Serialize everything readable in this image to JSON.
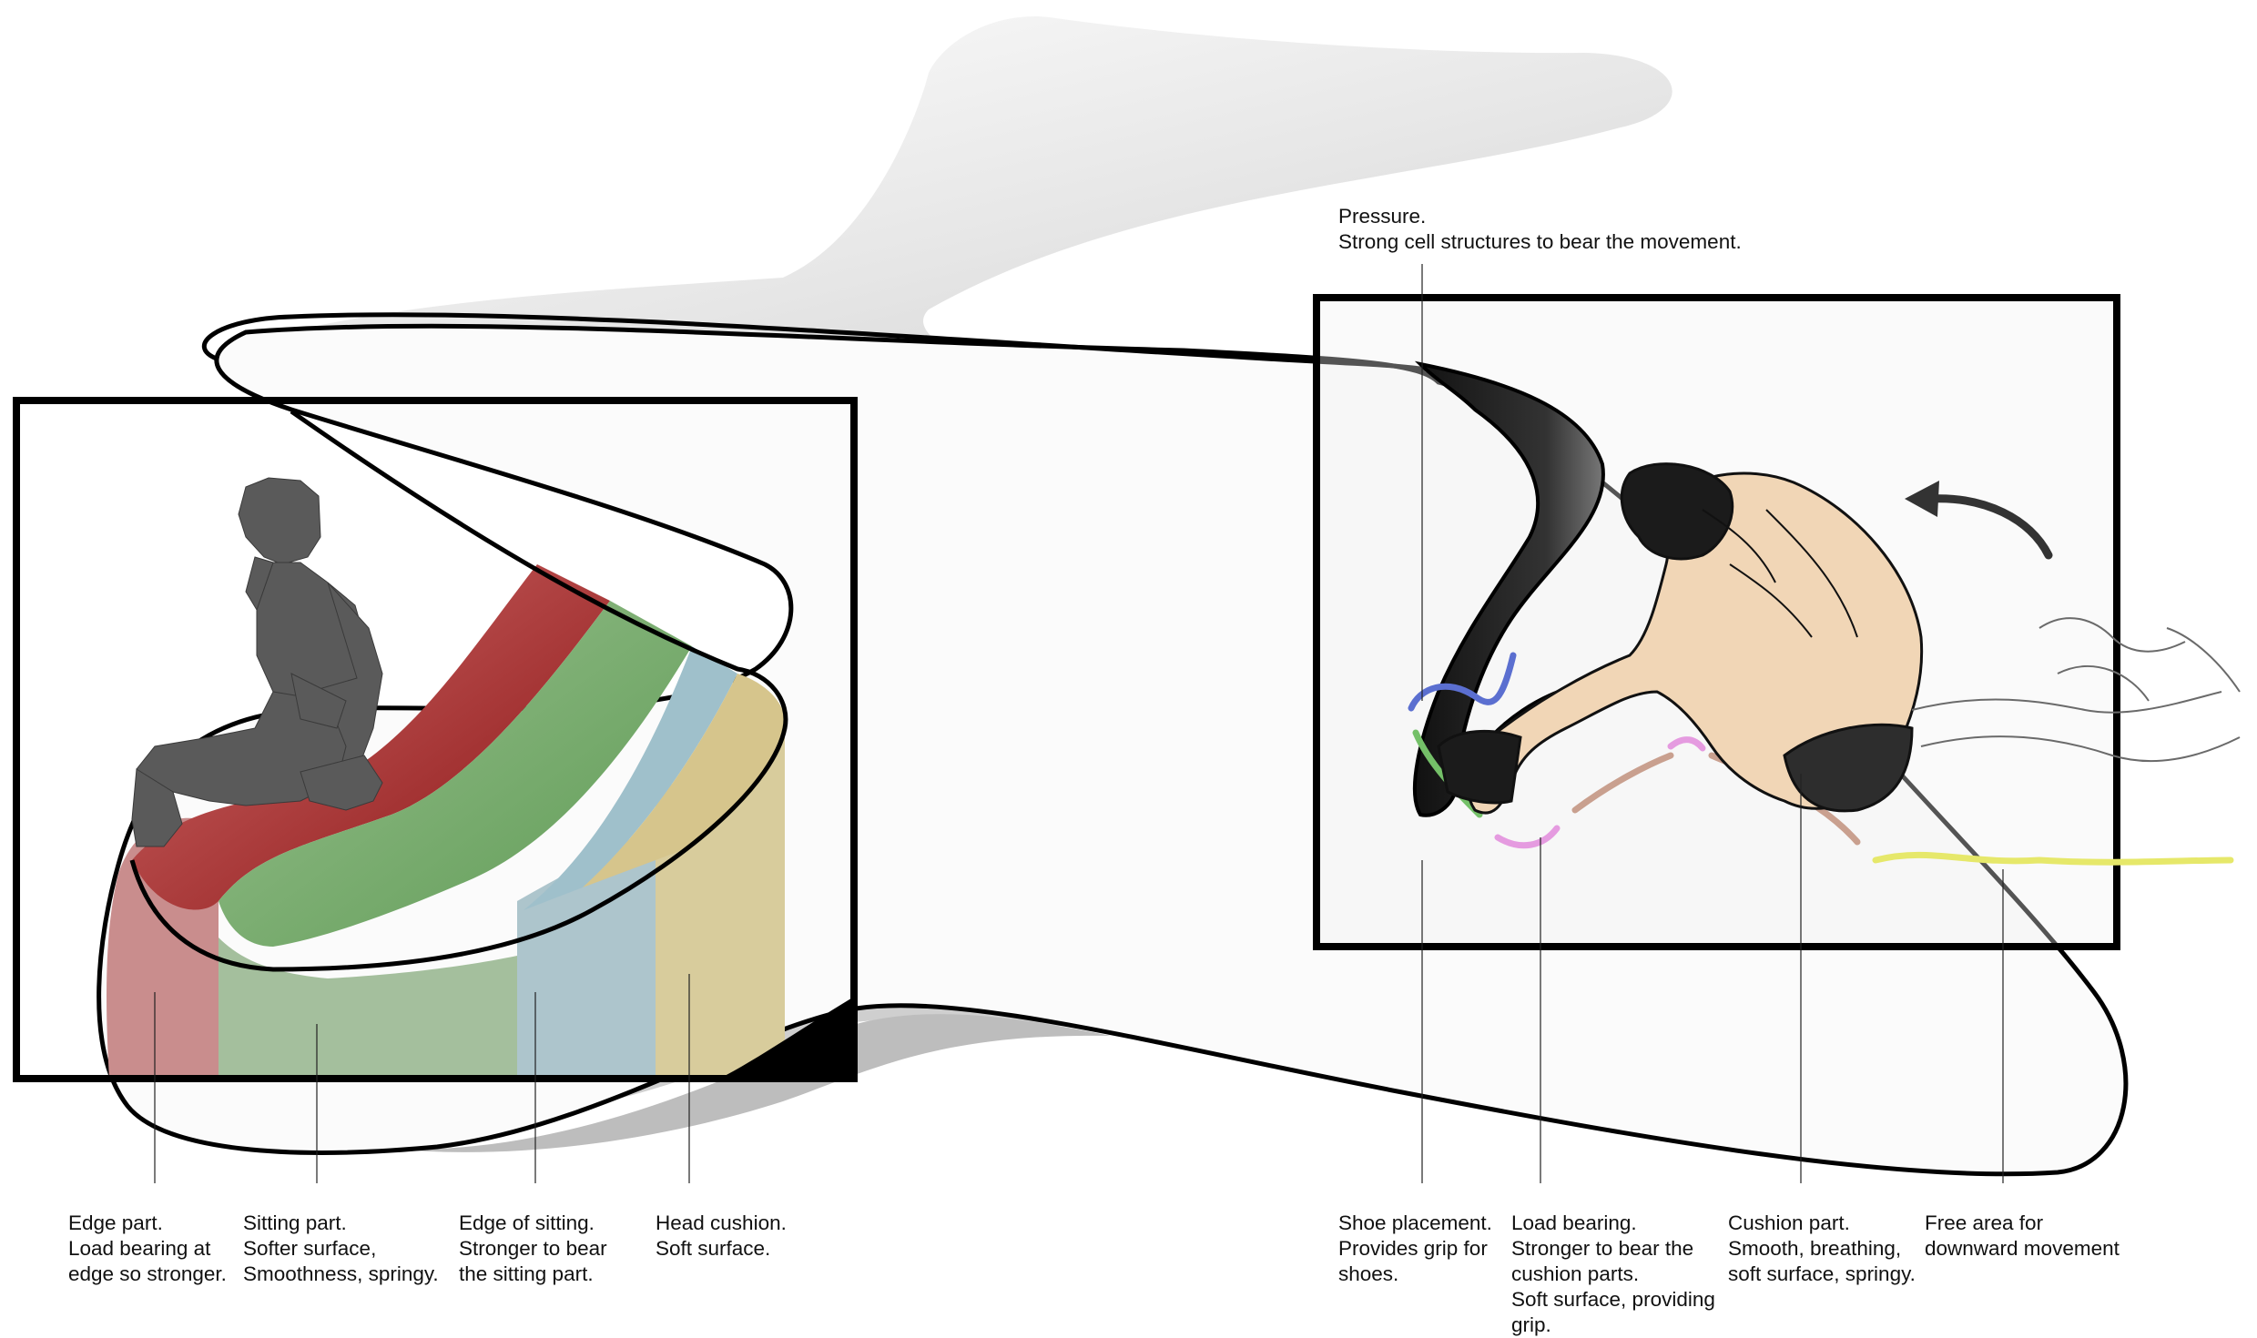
{
  "top_note": {
    "lines": [
      "Pressure.",
      "Strong cell structures to bear the movement."
    ]
  },
  "left_captions": [
    {
      "id": "edge-part",
      "lines": [
        "Edge part.",
        "Load bearing at",
        "edge so stronger."
      ],
      "color": "#c98d8d"
    },
    {
      "id": "sitting-part",
      "lines": [
        "Sitting part.",
        "Softer surface,",
        "Smoothness, springy."
      ],
      "color": "#a4bf9d"
    },
    {
      "id": "edge-of-sitting",
      "lines": [
        "Edge of sitting.",
        "Stronger to bear",
        "the sitting part."
      ],
      "color": "#adc5cc"
    },
    {
      "id": "head-cushion",
      "lines": [
        "Head cushion.",
        "Soft surface."
      ],
      "color": "#d8cc9c"
    }
  ],
  "right_captions": [
    {
      "id": "shoe-placement",
      "lines": [
        "Shoe placement.",
        "Provides grip for",
        "shoes."
      ],
      "color": "#5b6fd0"
    },
    {
      "id": "load-bearing",
      "lines": [
        "Load bearing.",
        "Stronger to bear the",
        "cushion parts.",
        "Soft surface, providing",
        "grip."
      ],
      "color": "#e59be0"
    },
    {
      "id": "cushion-part",
      "lines": [
        "Cushion part.",
        "Smooth, breathing,",
        "soft surface, springy."
      ],
      "color": "#c9a08f"
    },
    {
      "id": "free-area",
      "lines": [
        "Free area for",
        "downward movement"
      ],
      "color": "#e6e86a"
    }
  ]
}
